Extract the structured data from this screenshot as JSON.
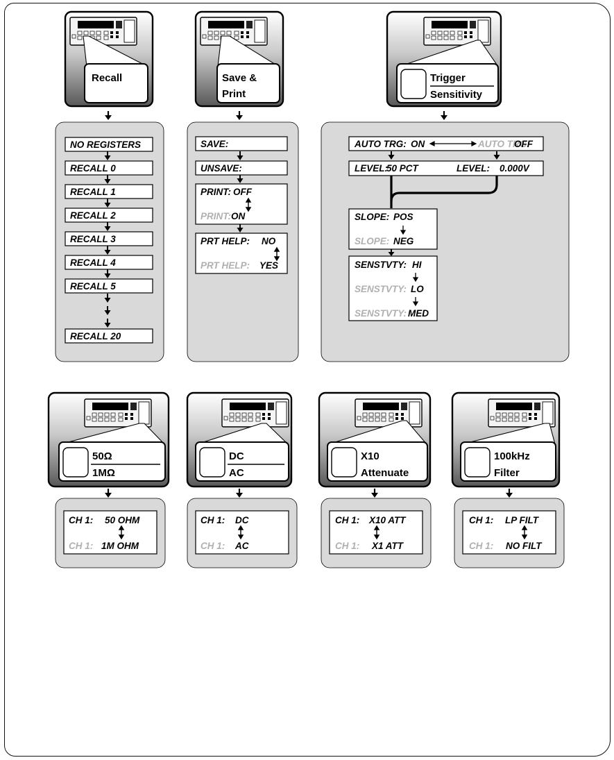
{
  "colors": {
    "panel": "#d9d9d9",
    "key_gradient_top": "#ffffff",
    "key_gradient_bottom": "#585858",
    "dim_text": "#b0b0b0",
    "ink": "#000000"
  },
  "keys": {
    "recall": {
      "line1": "Recall"
    },
    "save_print": {
      "line1": "Save &",
      "line2": "Print"
    },
    "trigger": {
      "line1": "Trigger",
      "line2": "Sensitivity"
    },
    "impedance": {
      "line1": "50Ω",
      "line2": "1MΩ"
    },
    "coupling": {
      "line1": "DC",
      "line2": "AC"
    },
    "attenuate": {
      "line1": "X10",
      "line2": "Attenuate"
    },
    "filter": {
      "line1": "100kHz",
      "line2": "Filter"
    }
  },
  "recall_menu": {
    "items": [
      "NO REGISTERS",
      "RECALL 0",
      "RECALL 1",
      "RECALL 2",
      "RECALL 3",
      "RECALL 4",
      "RECALL 5"
    ],
    "last": "RECALL 20"
  },
  "save_menu": {
    "save": "SAVE:",
    "unsave": "UNSAVE:",
    "print_label": "PRINT:",
    "print_off": "OFF",
    "print_on": "ON",
    "help_label": "PRT HELP:",
    "help_no": "NO",
    "help_yes": "YES"
  },
  "trigger_menu": {
    "auto_label": "AUTO TRG:",
    "auto_on": "ON",
    "auto_off": "OFF",
    "level_label": "LEVEL:",
    "level_pct": "50 PCT",
    "level_volt": "0.000V",
    "slope_label": "SLOPE:",
    "slope_pos": "POS",
    "slope_neg": "NEG",
    "sens_label": "SENSTVTY:",
    "sens_hi": "HI",
    "sens_lo": "LO",
    "sens_med": "MED"
  },
  "channel_menus": {
    "ch_label": "CH 1:",
    "impedance": {
      "a": "50 OHM",
      "b": "1M OHM"
    },
    "coupling": {
      "a": "DC",
      "b": "AC"
    },
    "attenuate": {
      "a": "X10 ATT",
      "b": "X1 ATT"
    },
    "filter": {
      "a": "LP FILT",
      "b": "NO FILT"
    }
  }
}
